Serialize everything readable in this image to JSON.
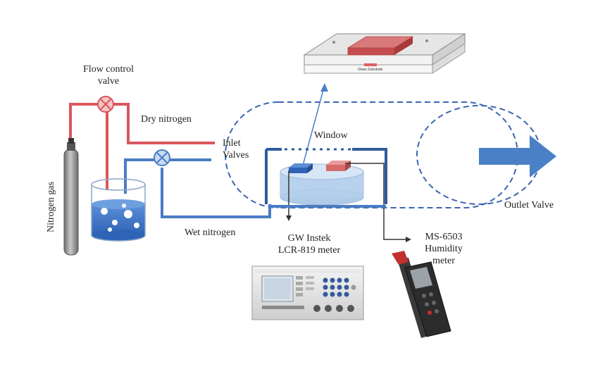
{
  "labels": {
    "flow_control_valve": "Flow control\nvalve",
    "dry_nitrogen": "Dry nitrogen",
    "inlet_valves": "Inlet\nValves",
    "window": "Window",
    "nitrogen_gas": "Nitrogen gas",
    "wet_nitrogen": "Wet nitrogen",
    "outlet_valve": "Outlet Valve",
    "lcr_meter": "GW Instek\nLCR-819 meter",
    "humidity_meter": "MS-6503\nHumidity\nmeter",
    "sensor_substrate": "Glass Substrate"
  },
  "colors": {
    "dry_line": "#d9575c",
    "wet_line": "#4a7cc4",
    "chamber": "#2f5b9e",
    "dashed": "#3b66b0",
    "arrow": "#4a80c6",
    "sensor_red": "#d46a6a",
    "water": "#3f78c8",
    "cylinder": "#8a8a8a"
  }
}
